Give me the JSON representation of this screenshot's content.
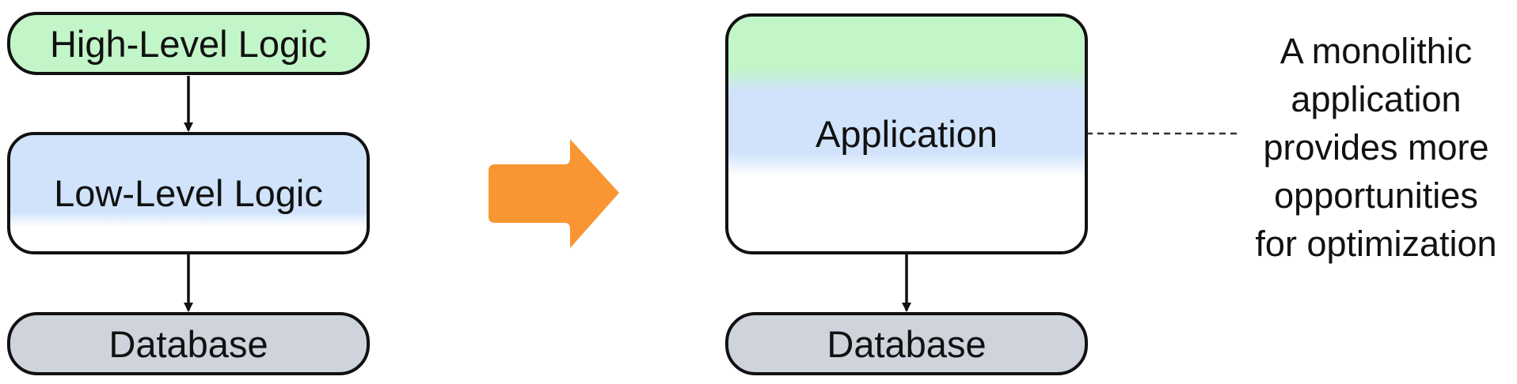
{
  "left_stack": {
    "high_level_logic": "High-Level Logic",
    "low_level_logic": "Low-Level Logic",
    "database": "Database"
  },
  "right_stack": {
    "application": "Application",
    "database": "Database"
  },
  "note": "A monolithic\napplication\nprovides more\nopportunities\nfor optimization",
  "colors": {
    "high_level": "#c2f5c8",
    "low_level": "#d0e3fb",
    "database": "#ced3dc",
    "arrow": "#f99633",
    "stroke": "#111111"
  }
}
